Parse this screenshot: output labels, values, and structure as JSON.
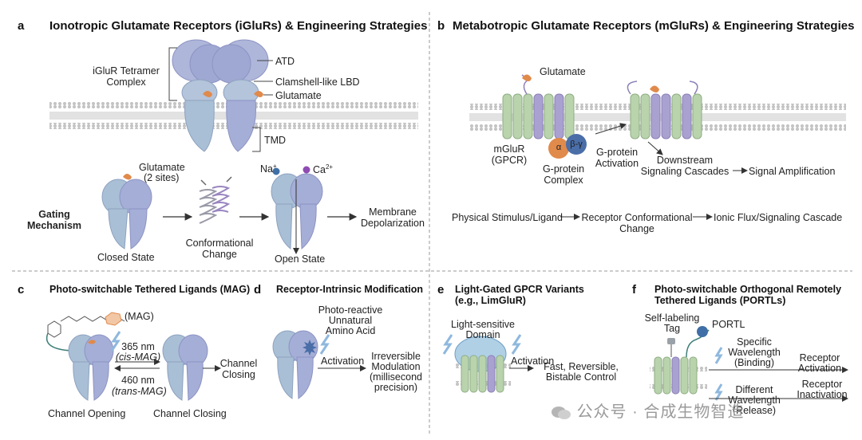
{
  "panel_a": {
    "letter": "a",
    "title": "Ionotropic Glutamate Receptors (iGluRs) & Engineering Strategies",
    "tetramer_label": [
      "iGluR Tetramer",
      "Complex"
    ],
    "atd": "ATD",
    "lbd": "Clamshell-like LBD",
    "glutamate": "Glutamate",
    "tmd": "TMD",
    "gating_glutamate": [
      "Glutamate",
      "(2 sites)"
    ],
    "gating_mechanism": [
      "Gating",
      "Mechanism"
    ],
    "na": "Na",
    "na_sup": "+",
    "ca": "Ca",
    "ca_sup": "2+",
    "conformational": [
      "Conformational",
      "Change"
    ],
    "membrane": [
      "Membrane",
      "Depolarization"
    ],
    "closed_state": "Closed State",
    "open_state": "Open State"
  },
  "panel_b": {
    "letter": "b",
    "title": "Metabotropic Glutamate Receptors (mGluRs) & Engineering Strategies",
    "glutamate": "Glutamate",
    "mglur": [
      "mGluR",
      "(GPCR)"
    ],
    "alpha": "α",
    "beta_gamma": "β-γ",
    "gprotein_complex": [
      "G-protein",
      "Complex"
    ],
    "gprotein_activation": [
      "G-protein",
      "Activation"
    ],
    "downstream": [
      "Downstream",
      "Signaling Cascades"
    ],
    "amplification": "Signal Amplification",
    "flow": [
      "Physical Stimulus/Ligand",
      "Receptor Conformational",
      "Change",
      "Ionic Flux/Signaling Cascade"
    ]
  },
  "panel_c": {
    "letter": "c",
    "title": "Photo-switchable Tethered Ligands (MAG)",
    "mag": "(MAG)",
    "nm365": "365 nm",
    "cis": "(cis-MAG)",
    "nm460": "460 nm",
    "trans": "(trans-MAG)",
    "channel_closing_right": [
      "Channel",
      "Closing"
    ],
    "channel_opening": "Channel Opening",
    "channel_closing": "Channel Closing"
  },
  "panel_d": {
    "letter": "d",
    "title": "Receptor-Intrinsic Modification",
    "photo_reactive": [
      "Photo-reactive",
      "Unnatural",
      "Amino Acid"
    ],
    "activation": "Activation",
    "irreversible": [
      "Irreversible",
      "Modulation",
      "(millisecond",
      "precision)"
    ]
  },
  "panel_e": {
    "letter": "e",
    "title": [
      "Light-Gated GPCR Variants",
      "(e.g., LimGluR)"
    ],
    "light_sensitive": [
      "Light-sensitive",
      "Domain"
    ],
    "activation": "Activation",
    "result": [
      "Fast, Reversible,",
      "Bistable Control"
    ]
  },
  "panel_f": {
    "letter": "f",
    "title": [
      "Photo-switchable Orthogonal Remotely",
      "Tethered Ligands (PORTLs)"
    ],
    "self_labeling": [
      "Self-labeling",
      "Tag"
    ],
    "portl": "PORTL",
    "specific": [
      "Specific",
      "Wavelength",
      "(Binding)"
    ],
    "receptor_activation": [
      "Receptor",
      "Activation"
    ],
    "different": [
      "Different",
      "Wavelength",
      "(Release)"
    ],
    "receptor_inactivation": [
      "Receptor",
      "Inactivation"
    ]
  },
  "watermark": "公众号 · 合成生物智造",
  "colors": {
    "lavender": "#aab1d8",
    "lavender_dark": "#8c93c4",
    "blue_grey": "#a9bfd6",
    "purple": "#9a86c0",
    "green": "#b9d3ad",
    "orange": "#e08a4b",
    "membrane": "#c8c8c8",
    "light_blue": "#8fb8de"
  }
}
